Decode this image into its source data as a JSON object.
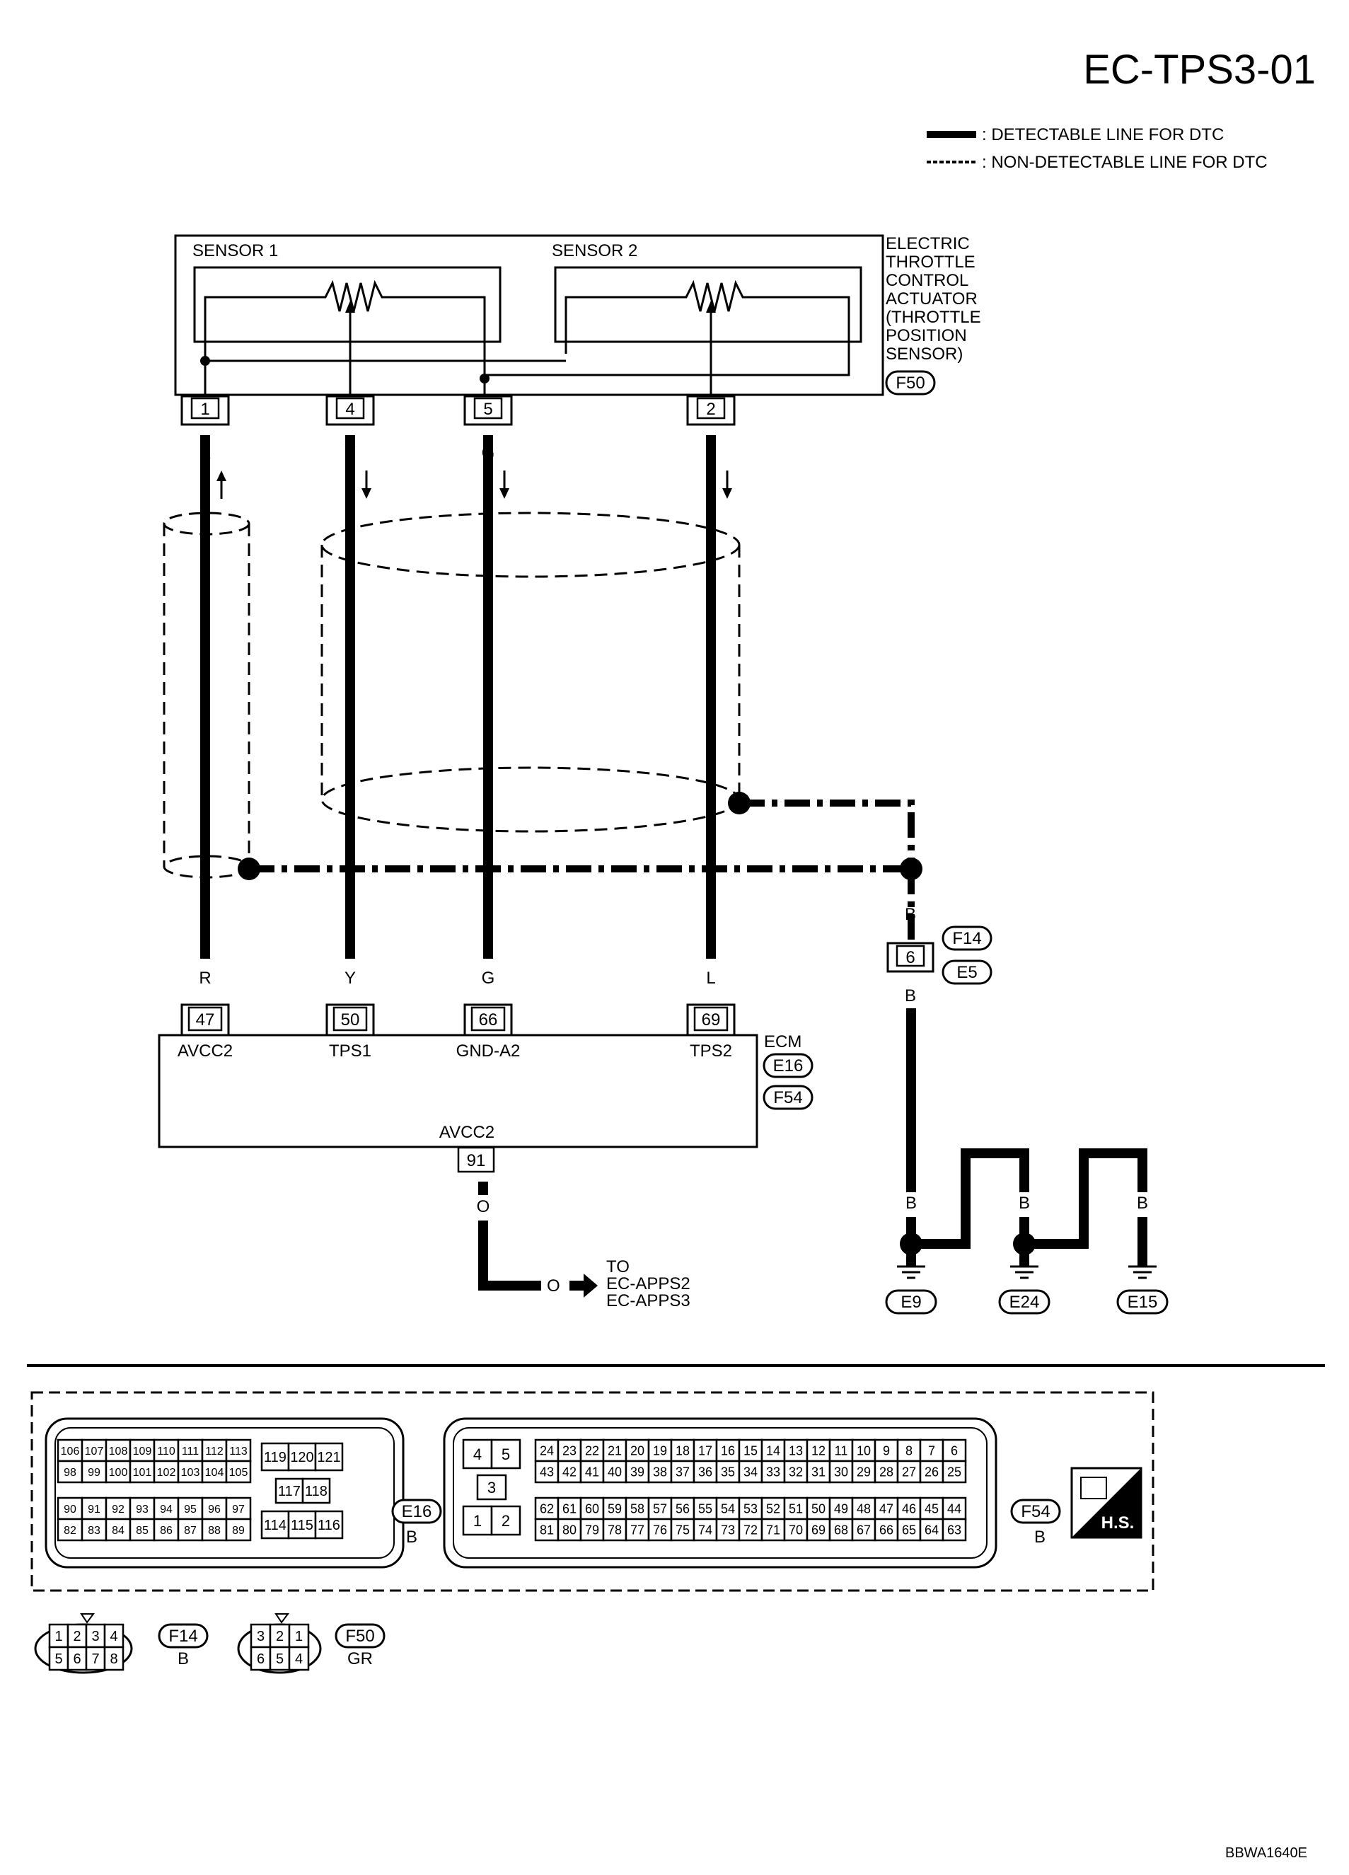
{
  "diagram_id": "EC-TPS3-01",
  "legend": {
    "detectable": ": DETECTABLE LINE FOR DTC",
    "non_detectable": ": NON-DETECTABLE LINE FOR DTC"
  },
  "actuator": {
    "name_lines": [
      "ELECTRIC",
      "THROTTLE",
      "CONTROL",
      "ACTUATOR",
      "(THROTTLE",
      "POSITION",
      "SENSOR)"
    ],
    "connector": "F50",
    "sensor1": "SENSOR 1",
    "sensor2": "SENSOR 2",
    "pins": [
      "1",
      "4",
      "5",
      "2"
    ]
  },
  "wires": [
    {
      "sensor_pin": "1",
      "color": "R",
      "ecm_pin": "47",
      "signal": "AVCC2"
    },
    {
      "sensor_pin": "4",
      "color": "Y",
      "ecm_pin": "50",
      "signal": "TPS1"
    },
    {
      "sensor_pin": "5",
      "color": "G",
      "ecm_pin": "66",
      "signal": "GND-A2"
    },
    {
      "sensor_pin": "2",
      "color": "L",
      "ecm_pin": "69",
      "signal": "TPS2"
    }
  ],
  "ecm": {
    "name": "ECM",
    "connectors": [
      "E16",
      "F54"
    ],
    "bottom_pin": "91",
    "bottom_signal": "AVCC2",
    "out_color": "O",
    "to_lines": [
      "TO",
      "EC-APPS2",
      "EC-APPS3"
    ]
  },
  "ground": {
    "joint_pin": "6",
    "joint_connectors": [
      "F14",
      "E5"
    ],
    "wire_color": "B",
    "points": [
      "E9",
      "E24",
      "E15"
    ]
  },
  "connector_views": {
    "e16": {
      "label": "E16",
      "color": "B",
      "rows": [
        [
          "106",
          "107",
          "108",
          "109",
          "110",
          "111",
          "112",
          "113"
        ],
        [
          "98",
          "99",
          "100",
          "101",
          "102",
          "103",
          "104",
          "105"
        ],
        [
          "90",
          "91",
          "92",
          "93",
          "94",
          "95",
          "96",
          "97"
        ],
        [
          "82",
          "83",
          "84",
          "85",
          "86",
          "87",
          "88",
          "89"
        ]
      ],
      "center_rows": [
        [
          "119",
          "120",
          "121"
        ],
        [
          "117",
          "118"
        ],
        [
          "114",
          "115",
          "116"
        ]
      ]
    },
    "f54": {
      "label": "F54",
      "color": "B",
      "small": [
        [
          "4",
          "5"
        ],
        [
          "3"
        ],
        [
          "1",
          "2"
        ]
      ],
      "rows": [
        [
          "24",
          "23",
          "22",
          "21",
          "20",
          "19",
          "18",
          "17",
          "16",
          "15",
          "14",
          "13",
          "12",
          "11",
          "10",
          "9",
          "8",
          "7",
          "6"
        ],
        [
          "43",
          "42",
          "41",
          "40",
          "39",
          "38",
          "37",
          "36",
          "35",
          "34",
          "33",
          "32",
          "31",
          "30",
          "29",
          "28",
          "27",
          "26",
          "25"
        ],
        [
          "62",
          "61",
          "60",
          "59",
          "58",
          "57",
          "56",
          "55",
          "54",
          "53",
          "52",
          "51",
          "50",
          "49",
          "48",
          "47",
          "46",
          "45",
          "44"
        ],
        [
          "81",
          "80",
          "79",
          "78",
          "77",
          "76",
          "75",
          "74",
          "73",
          "72",
          "71",
          "70",
          "69",
          "68",
          "67",
          "66",
          "65",
          "64",
          "63"
        ]
      ]
    },
    "f14": {
      "label": "F14",
      "color": "B",
      "rows": [
        [
          "1",
          "2",
          "3",
          "4"
        ],
        [
          "5",
          "6",
          "7",
          "8"
        ]
      ]
    },
    "f50": {
      "label": "F50",
      "color": "GR",
      "rows": [
        [
          "3",
          "2",
          "1"
        ],
        [
          "6",
          "5",
          "4"
        ]
      ]
    },
    "hs_badge": "H.S."
  },
  "figure_code": "BBWA1640E"
}
